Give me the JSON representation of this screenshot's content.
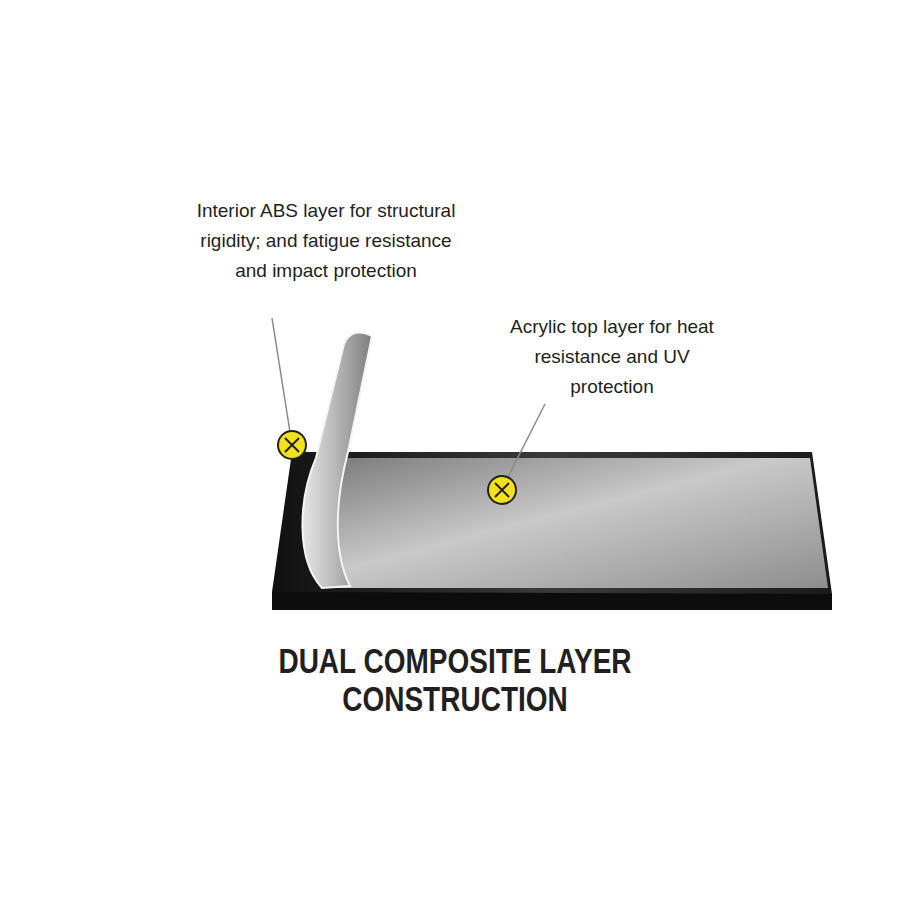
{
  "diagram": {
    "title": "DUAL COMPOSITE LAYER CONSTRUCTION",
    "labels": [
      "Interior ABS layer for structural rigidity; and fatigue resistance and impact protection",
      "Acrylic top layer for heat resistance and UV protection"
    ]
  }
}
